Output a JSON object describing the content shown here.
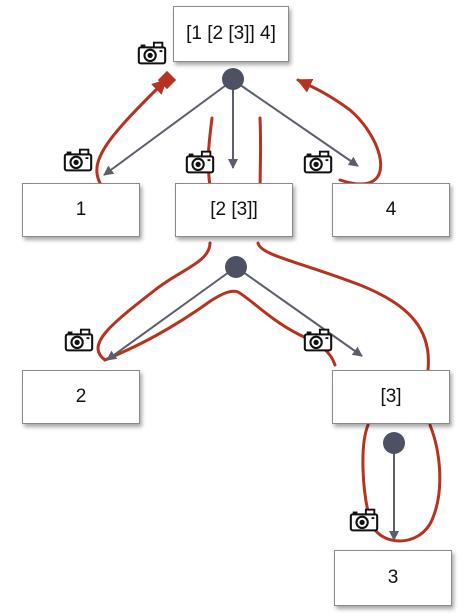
{
  "nodes": {
    "root": {
      "label": "[1 [2 [3]] 4]"
    },
    "n1": {
      "label": "1"
    },
    "n23": {
      "label": "[2 [3]]"
    },
    "n4": {
      "label": "4"
    },
    "n2": {
      "label": "2"
    },
    "n3list": {
      "label": "[3]"
    },
    "n3": {
      "label": "3"
    }
  },
  "colors": {
    "arrow": "#5a5f6b",
    "traversal": "#b7321f",
    "box_border": "#8a8a8a"
  },
  "icons": [
    "camera-icon"
  ]
}
